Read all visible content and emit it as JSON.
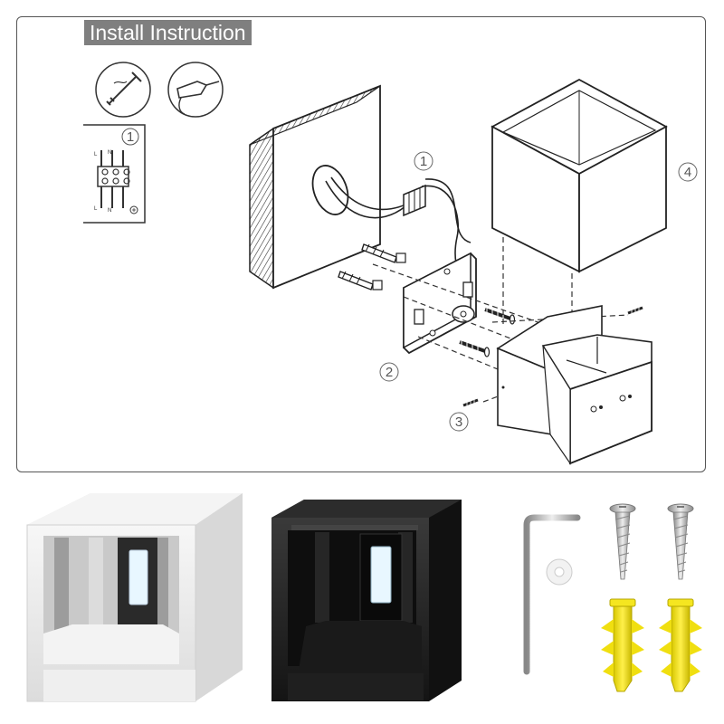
{
  "title": "Install Instruction",
  "steps": {
    "wiring": "1",
    "wires": "1",
    "base": "2",
    "screws": "3",
    "cover": "4"
  },
  "wiring_panel": {
    "terminal_labels": [
      "L",
      "N",
      "L",
      "N"
    ]
  },
  "colors": {
    "title_bg": "#7f7f7f",
    "line": "#222222",
    "white_lamp": "#ffffff",
    "black_lamp": "#1e1e1e",
    "led": "#e8f7ff",
    "anchor_yellow": "#f2e600",
    "screw_silver": "#b8b8b8"
  }
}
